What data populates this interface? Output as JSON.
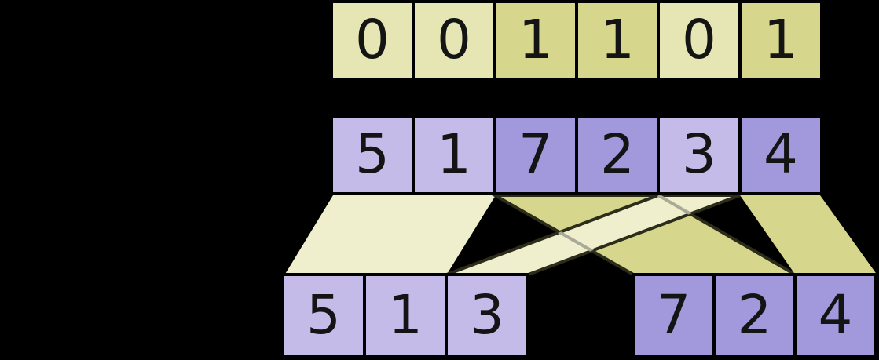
{
  "diagram": {
    "flags_row": {
      "cells": [
        "0",
        "0",
        "1",
        "1",
        "0",
        "1"
      ]
    },
    "values_row": {
      "cells": [
        "5",
        "1",
        "7",
        "2",
        "3",
        "4"
      ]
    },
    "output_false_row": {
      "cells": [
        "5",
        "1",
        "3"
      ]
    },
    "output_true_row": {
      "cells": [
        "7",
        "2",
        "4"
      ]
    },
    "colors": {
      "background": "#000000",
      "flag_false_cell": "#e6e6b4",
      "flag_true_cell": "#d6d68c",
      "value_false_cell": "#c4bbe9",
      "value_true_cell": "#a298dc",
      "ribbon_false": "#efeecd",
      "ribbon_true": "#d6d68c",
      "ribbon_edge": "#2c2c1a",
      "ribbon_overlap_line": "#a9a996",
      "digit": "#141414",
      "cell_border": "#000000"
    }
  }
}
